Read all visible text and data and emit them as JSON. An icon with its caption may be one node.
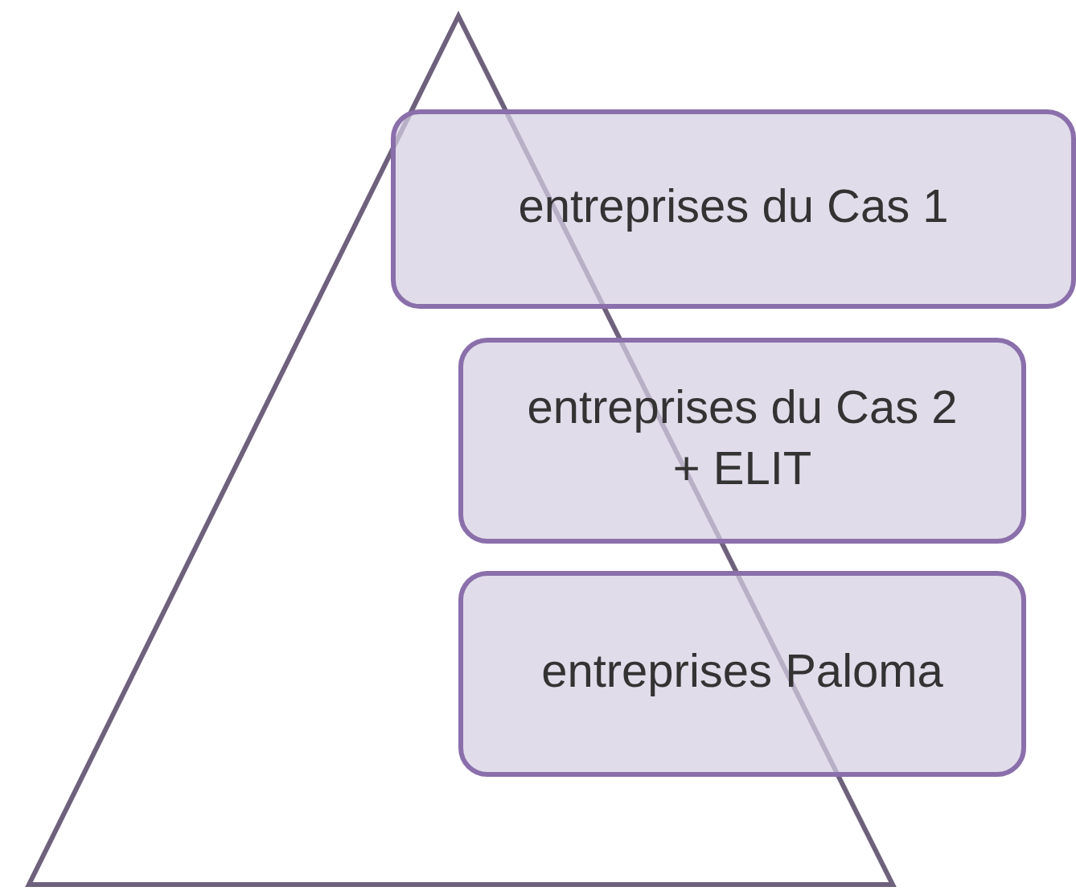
{
  "diagram": {
    "nodes": [
      {
        "text": [
          "entreprises du Cas 1"
        ]
      },
      {
        "text": [
          "entreprises du Cas 2 + ELIT"
        ]
      },
      {
        "text": [
          "entreprises Paloma"
        ]
      }
    ]
  }
}
